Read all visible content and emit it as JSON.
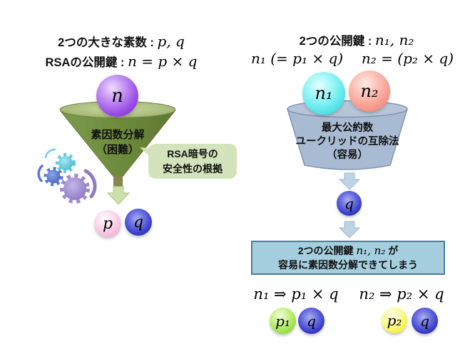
{
  "colors": {
    "background": "#ffffff",
    "funnel_green": "#6d8a3c",
    "funnel_rim": "#a9bc7c",
    "callout_bg": "#d3e3bb",
    "gear_cyan": "#5fc9de",
    "gear_blue": "#5b79cf",
    "gear_purple": "#9f8bd0",
    "arrow_green": "#cde0ac",
    "arrow_blue": "#bed2e8",
    "bucket_blue": "#a9bbd3",
    "box_fill": "#a5cfdf",
    "box_border": "#4c7c98",
    "sphere_n_purple": "#9b4ee6",
    "sphere_p_pink": "#f3b8da",
    "sphere_q_blue": "#3136c8",
    "sphere_n1_cyan": "#4ae0e6",
    "sphere_n2_salmon": "#f18a7e",
    "sphere_p1_green": "#95dd3f",
    "sphere_p2_yellow": "#f2f23c"
  },
  "left": {
    "title_line1": {
      "jp": "2つの大きな素数 : ",
      "math": "p, q"
    },
    "title_line2": {
      "jp": "RSAの公開鍵 : ",
      "math": "n = p × q"
    },
    "sphere_n": "n",
    "funnel_label": {
      "line1": "素因数分解",
      "line2": "（困難）"
    },
    "callout": {
      "line1": "RSA暗号の",
      "line2": "安全性の根拠"
    },
    "sphere_p": "p",
    "sphere_q": "q"
  },
  "right": {
    "title_line1": {
      "jp": "2つの公開鍵 : ",
      "math": "n₁, n₂"
    },
    "formula_n1": "n₁ (= p₁ × q)",
    "formula_n2": "n₂ = (p₂ × q)",
    "sphere_n1": "n₁",
    "sphere_n2": "n₂",
    "bucket_label": {
      "line1": "最大公約数",
      "line2": "ユークリッドの互除法",
      "line3": "（容易）"
    },
    "sphere_q_mid": "q",
    "conclusion_box": {
      "line1_jp1": "2つの公開鍵 ",
      "line1_math": "n₁, n₂",
      "line1_jp2": " が",
      "line2": "容易に素因数分解できてしまう"
    },
    "result1": {
      "formula": "n₁ ⇒ p₁ × q",
      "sphere_p": "p₁",
      "sphere_q": "q"
    },
    "result2": {
      "formula": "n₂ ⇒ p₂ × q",
      "sphere_p": "p₂",
      "sphere_q": "q"
    }
  }
}
